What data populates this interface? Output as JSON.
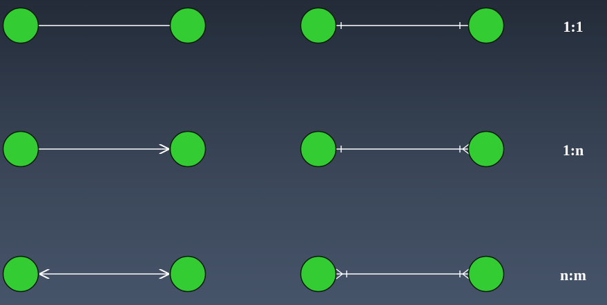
{
  "colors": {
    "node_fill": "#33cc33",
    "node_stroke": "#0b1a0b",
    "edge": "#ffffff"
  },
  "rows": [
    {
      "label": "1:1",
      "simple_edge": "line",
      "crowfoot_left": "one",
      "crowfoot_right": "one"
    },
    {
      "label": "1:n",
      "simple_edge": "arrow",
      "crowfoot_left": "one",
      "crowfoot_right": "many"
    },
    {
      "label": "n:m",
      "simple_edge": "double-arrow",
      "crowfoot_left": "many",
      "crowfoot_right": "many"
    }
  ]
}
